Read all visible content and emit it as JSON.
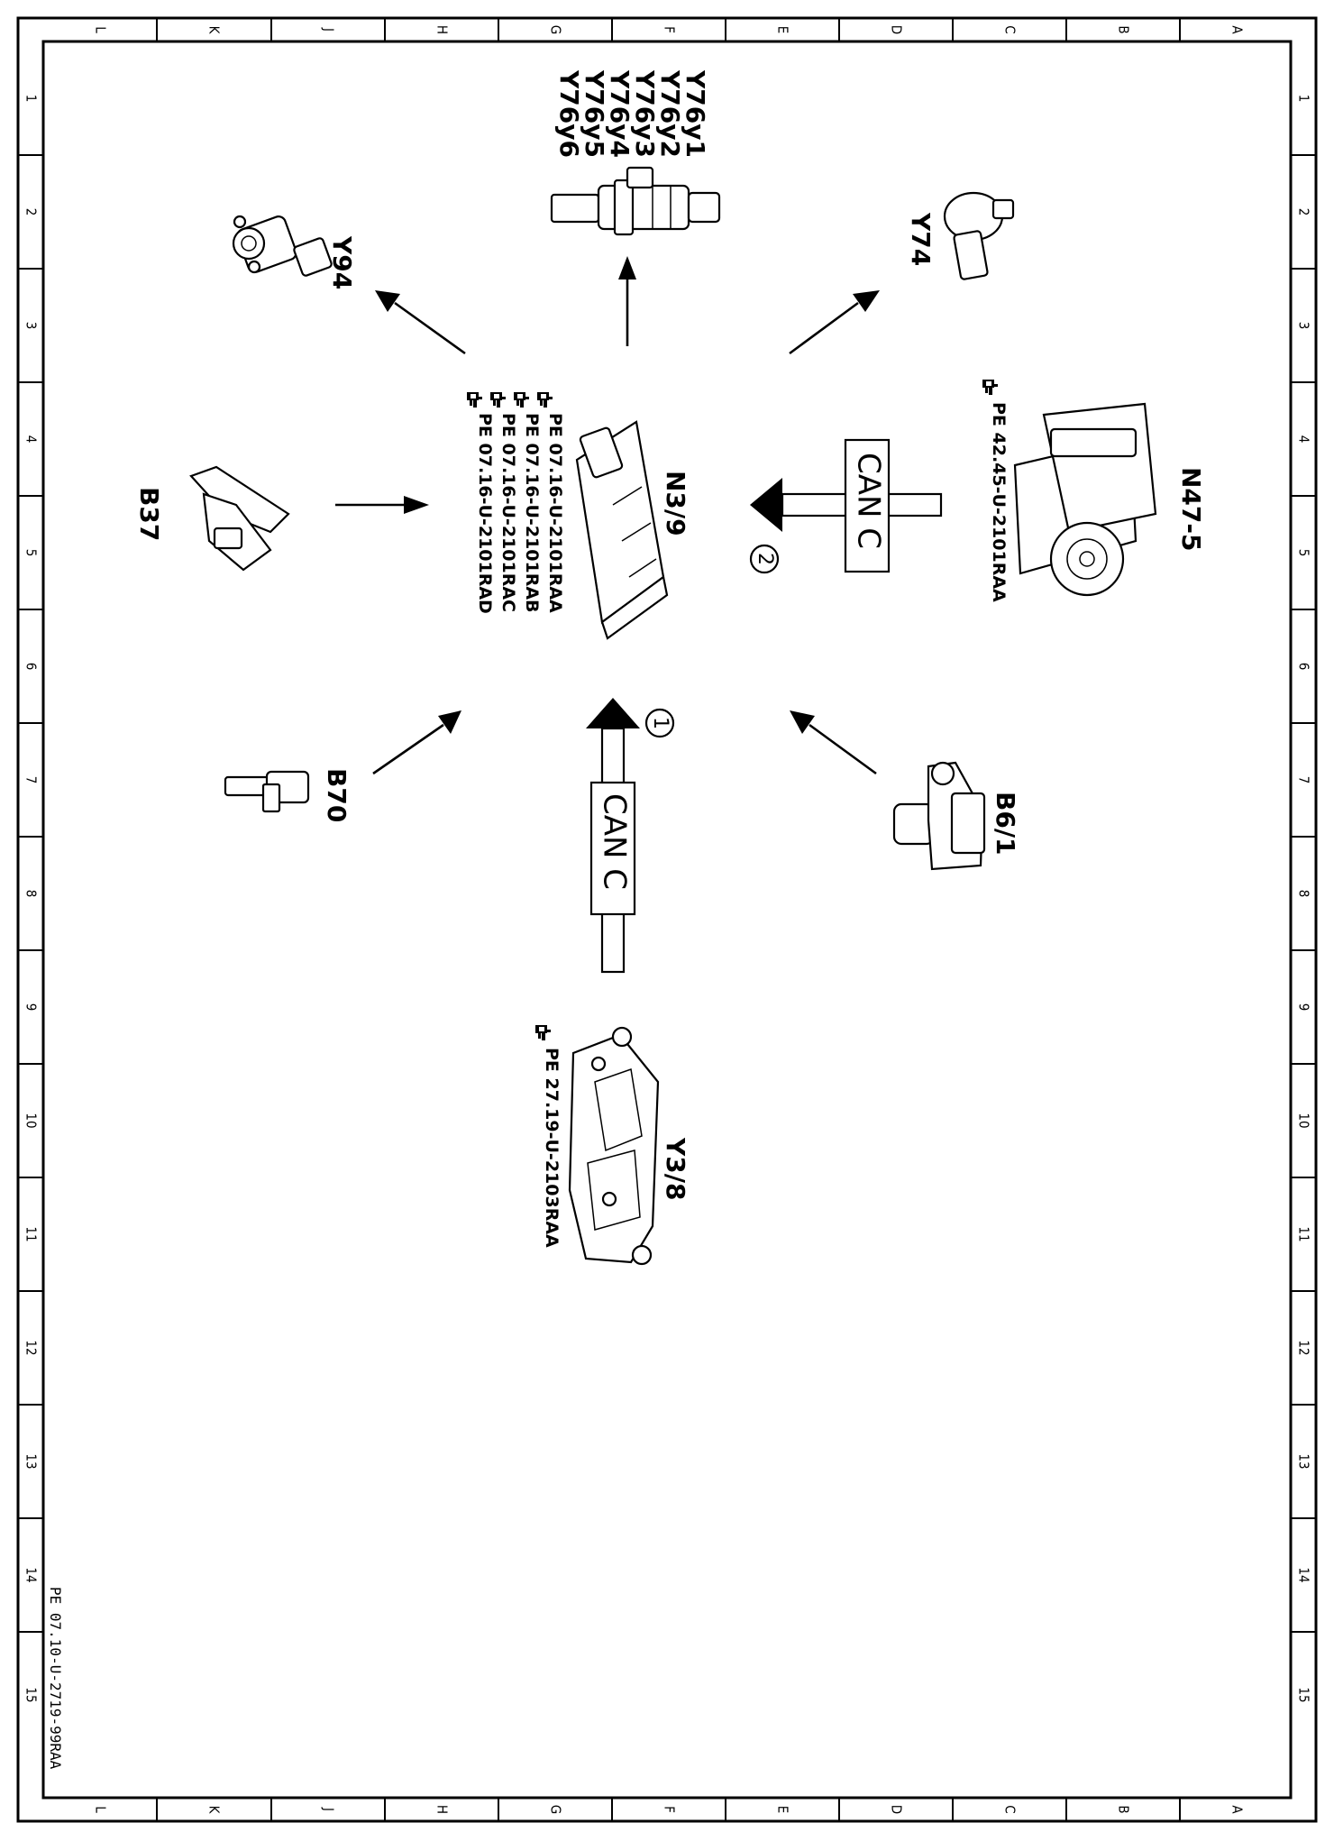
{
  "grid": {
    "col_labels": [
      "L",
      "K",
      "J",
      "H",
      "G",
      "F",
      "E",
      "D",
      "C",
      "B",
      "A"
    ],
    "row_labels": [
      "1",
      "2",
      "3",
      "4",
      "5",
      "6",
      "7",
      "8",
      "9",
      "10",
      "11",
      "12",
      "13",
      "14",
      "15"
    ]
  },
  "components": {
    "n3_9": {
      "label": "N3/9",
      "refs": [
        "PE 07.16-U-2101RAA",
        "PE 07.16-U-2101RAB",
        "PE 07.16-U-2101RAC",
        "PE 07.16-U-2101RAD"
      ]
    },
    "y76": {
      "labels": [
        "Y76y1",
        "Y76y2",
        "Y76y3",
        "Y76y4",
        "Y76y5",
        "Y76y6"
      ]
    },
    "y94": {
      "label": "Y94"
    },
    "y74": {
      "label": "Y74"
    },
    "n47_5": {
      "label": "N47-5",
      "ref": "PE 42.45-U-2101RAA"
    },
    "b37": {
      "label": "B37"
    },
    "b70": {
      "label": "B70"
    },
    "b6_1": {
      "label": "B6/1"
    },
    "y3_8": {
      "label": "Y3/8",
      "ref": "PE 27.19-U-2103RAA"
    }
  },
  "buses": {
    "top": {
      "text": "CAN C",
      "number": "2"
    },
    "bottom": {
      "text": "CAN C",
      "number": "1"
    }
  },
  "footer": {
    "doc_id": "PE 07.10-U-2719-99RAA"
  },
  "icons": {
    "reference": "pointing-hand-icon"
  }
}
